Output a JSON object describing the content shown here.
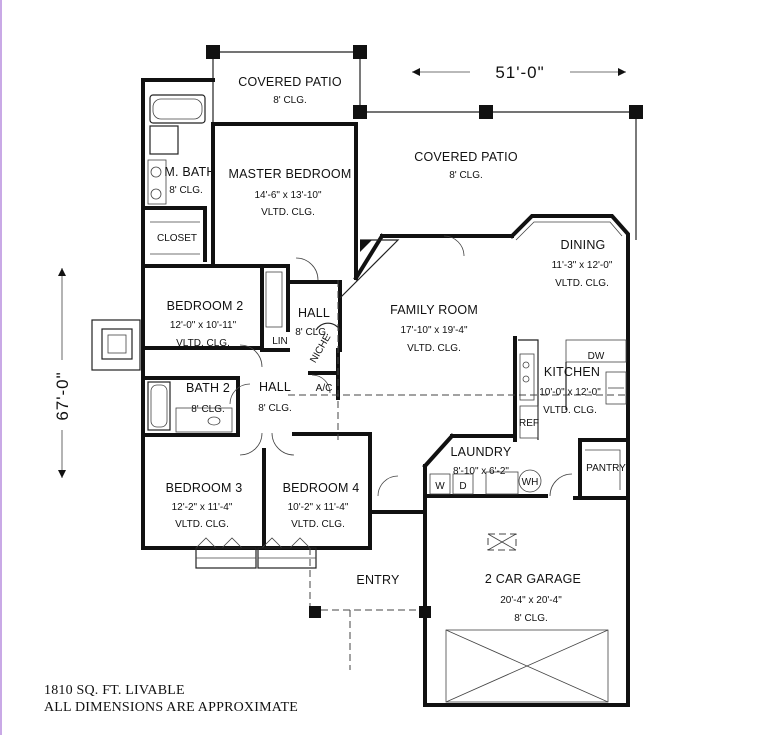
{
  "dimensions": {
    "width": "51'-0\"",
    "depth": "67'-0\""
  },
  "rooms": {
    "covered_patio_rear": {
      "name": "COVERED PATIO",
      "ceiling": "8' CLG."
    },
    "covered_patio_main": {
      "name": "COVERED PATIO",
      "ceiling": "8' CLG."
    },
    "master_bath": {
      "name": "M. BATH",
      "ceiling": "8' CLG."
    },
    "closet": {
      "name": "CLOSET"
    },
    "master_bedroom": {
      "name": "MASTER BEDROOM",
      "size": "14'-6\" x 13'-10\"",
      "ceiling": "VLTD. CLG."
    },
    "bedroom_2": {
      "name": "BEDROOM 2",
      "size": "12'-0\" x 10'-11\"",
      "ceiling": "VLTD. CLG."
    },
    "hall_upper": {
      "name": "HALL",
      "ceiling": "8' CLG."
    },
    "linen": {
      "name": "LIN"
    },
    "niche": {
      "name": "NICHE"
    },
    "ac": {
      "name": "A/C"
    },
    "bath_2": {
      "name": "BATH 2",
      "ceiling": "8' CLG."
    },
    "hall_lower": {
      "name": "HALL",
      "ceiling": "8' CLG."
    },
    "family_room": {
      "name": "FAMILY ROOM",
      "size": "17'-10\" x 19'-4\"",
      "ceiling": "VLTD. CLG."
    },
    "dining": {
      "name": "DINING",
      "size": "11'-3\" x 12'-0\"",
      "ceiling": "VLTD. CLG."
    },
    "dishwasher": {
      "name": "DW"
    },
    "kitchen": {
      "name": "KITCHEN",
      "size": "10'-0\" x 12'-0\"",
      "ceiling": "VLTD. CLG."
    },
    "refrigerator": {
      "name": "REF"
    },
    "pantry": {
      "name": "PANTRY"
    },
    "laundry": {
      "name": "LAUNDRY",
      "size": "8'-10\" x 6'-2\""
    },
    "washer": {
      "name": "W"
    },
    "dryer": {
      "name": "D"
    },
    "water_heater": {
      "name": "WH"
    },
    "bedroom_3": {
      "name": "BEDROOM 3",
      "size": "12'-2\" x 11'-4\"",
      "ceiling": "VLTD. CLG."
    },
    "bedroom_4": {
      "name": "BEDROOM 4",
      "size": "10'-2\" x 11'-4\"",
      "ceiling": "VLTD. CLG."
    },
    "entry": {
      "name": "ENTRY"
    },
    "garage": {
      "name": "2 CAR GARAGE",
      "size": "20'-4\" x 20'-4\"",
      "ceiling": "8' CLG."
    }
  },
  "notes": {
    "livable": "1810 SQ. FT. LIVABLE",
    "approximate": "ALL DIMENSIONS ARE APPROXIMATE"
  }
}
